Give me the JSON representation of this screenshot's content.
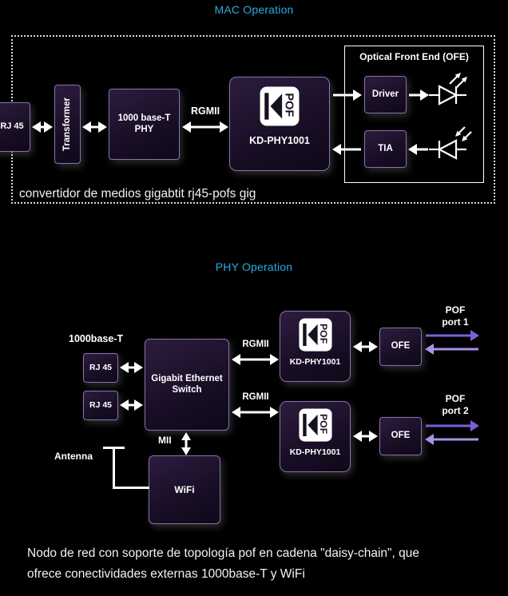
{
  "logo": {
    "text": "POF"
  },
  "colors": {
    "background": "#000000",
    "title": "#29abe2",
    "block_border": "#8574a8",
    "pof_tx_arrow": "#7d5fd6",
    "pof_rx_arrow": "#a991e6"
  },
  "mac": {
    "title": "MAC Operation",
    "rj45": "RJ 45",
    "transformer": "Transformer",
    "phy": "1000 base-T\nPHY",
    "rgmii": "RGMII",
    "kdphy": "KD-PHY1001",
    "ofe_title": "Optical Front End (OFE)",
    "driver": "Driver",
    "tia": "TIA",
    "caption": "convertidor de medios gigabtit rj45-pofs gig"
  },
  "phy": {
    "title": "PHY Operation",
    "base_t": "1000base-T",
    "rj45_top": "RJ 45",
    "rj45_bottom": "RJ 45",
    "switch": "Gigabit Ethernet\nSwitch",
    "rgmii_top": "RGMII",
    "rgmii_bottom": "RGMII",
    "kdphy_top": "KD-PHY1001",
    "kdphy_bottom": "KD-PHY1001",
    "ofe_top": "OFE",
    "ofe_bottom": "OFE",
    "pof_port_top": "POF\nport 1",
    "pof_port_bottom": "POF\nport 2",
    "mii": "MII",
    "antenna": "Antenna",
    "wifi": "WiFi",
    "caption": "Nodo de red con soporte de topología pof en cadena \"daisy-chain\", que\nofrece conectividades externas 1000base-T y WiFi"
  }
}
